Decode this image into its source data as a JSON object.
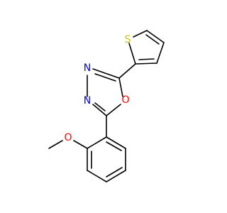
{
  "molecule": {
    "atoms": {
      "sulfur": {
        "symbol": "S",
        "color": "#C6C600"
      },
      "oxygen_ring": {
        "symbol": "O",
        "color": "#FF0000"
      },
      "oxygen_methoxy": {
        "symbol": "O",
        "color": "#FF0000"
      },
      "nitrogen_top": {
        "symbol": "N",
        "color": "#0000FF"
      },
      "nitrogen_bottom": {
        "symbol": "N",
        "color": "#0000FF"
      }
    },
    "bond_color": "#000000",
    "background": "#ffffff"
  }
}
